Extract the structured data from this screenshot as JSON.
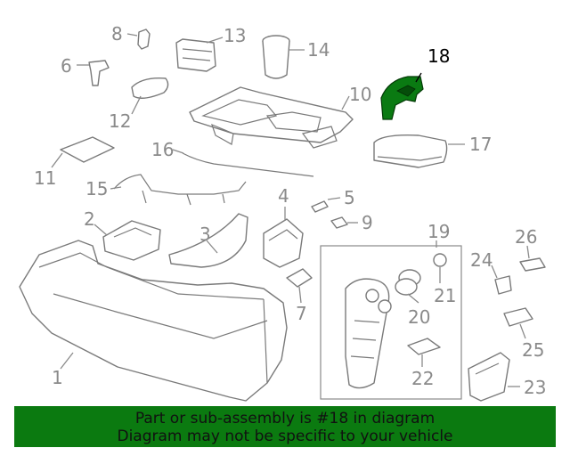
{
  "diagram": {
    "callouts": {
      "c1": "1",
      "c2": "2",
      "c3": "3",
      "c4": "4",
      "c5": "5",
      "c6": "6",
      "c7": "7",
      "c8": "8",
      "c9": "9",
      "c10": "10",
      "c11": "11",
      "c12": "12",
      "c13": "13",
      "c14": "14",
      "c15": "15",
      "c16": "16",
      "c17": "17",
      "c18": "18",
      "c19": "19",
      "c20": "20",
      "c21": "21",
      "c22": "22",
      "c23": "23",
      "c24": "24",
      "c25": "25",
      "c26": "26"
    },
    "highlighted_part": "18"
  },
  "banner": {
    "line1": "Part or sub-assembly is #18 in diagram",
    "line2": "Diagram may not be specific to your vehicle"
  },
  "colors": {
    "highlight": "#0a7a12",
    "banner": "#0b7a10",
    "linework": "#7a7a7a",
    "callout_text": "#8a8a8a"
  }
}
